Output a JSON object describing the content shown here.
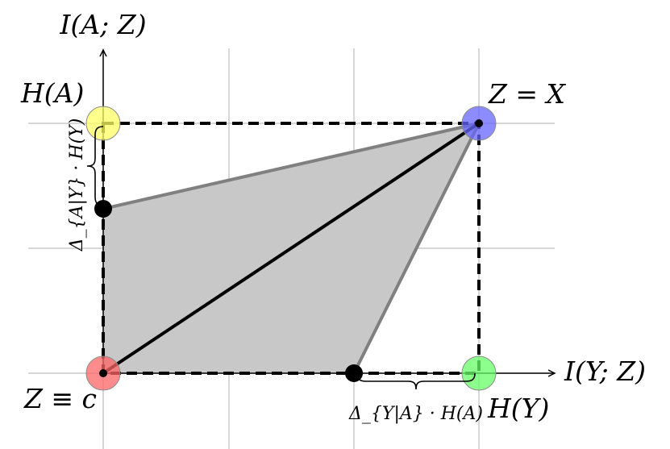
{
  "axes": {
    "y_label": "I(A; Z)",
    "x_label": "I(Y; Z)"
  },
  "points": {
    "top_left": {
      "label": "H(A)",
      "color": "#ffff66"
    },
    "top_right": {
      "label": "Z = X",
      "color": "#6666ff"
    },
    "bottom_left": {
      "label": "Z ≡ c",
      "color": "#ff6666"
    },
    "bottom_right": {
      "label": "H(Y)",
      "color": "#66ff66"
    }
  },
  "annotations": {
    "vertical_gap": "Δ_{A|Y} · H(Y)",
    "horizontal_gap": "Δ_{Y|A} · H(A)"
  },
  "region": {
    "fill": "#c8c8c8",
    "edge": "#808080"
  }
}
